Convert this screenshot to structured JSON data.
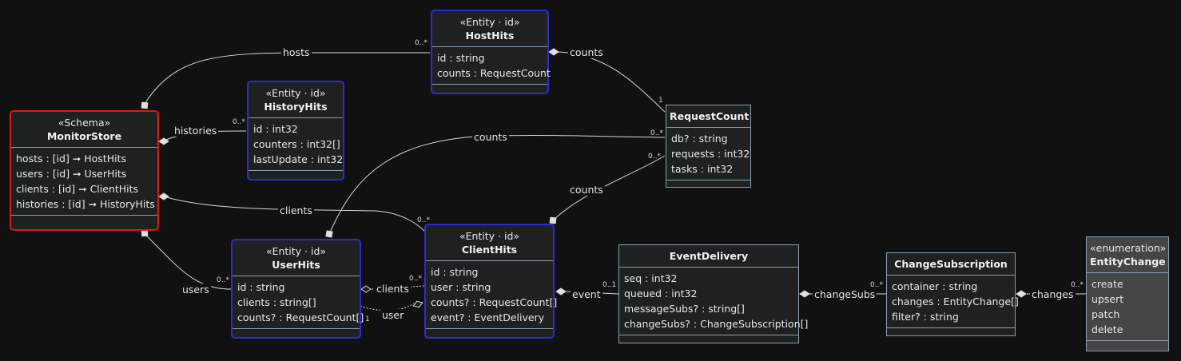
{
  "nodes": {
    "host_hits": {
      "stereotype": "«Entity · id»",
      "name": "HostHits",
      "attrs": [
        "id : string",
        "counts : RequestCount"
      ]
    },
    "history_hits": {
      "stereotype": "«Entity · id»",
      "name": "HistoryHits",
      "attrs": [
        "id : int32",
        "counters : int32[]",
        "lastUpdate : int32"
      ]
    },
    "monitor_store": {
      "stereotype": "«Schema»",
      "name": "MonitorStore",
      "attrs": [
        "hosts : [id] ➞ HostHits",
        "users : [id] ➞ UserHits",
        "clients : [id] ➞ ClientHits",
        "histories : [id] ➞ HistoryHits"
      ]
    },
    "request_count": {
      "name": "RequestCount",
      "attrs": [
        "db? : string",
        "requests : int32",
        "tasks : int32"
      ]
    },
    "user_hits": {
      "stereotype": "«Entity · id»",
      "name": "UserHits",
      "attrs": [
        "id : string",
        "clients : string[]",
        "counts? : RequestCount[]"
      ]
    },
    "client_hits": {
      "stereotype": "«Entity · id»",
      "name": "ClientHits",
      "attrs": [
        "id : string",
        "user : string",
        "counts? : RequestCount[]",
        "event? : EventDelivery"
      ]
    },
    "event_delivery": {
      "name": "EventDelivery",
      "attrs": [
        "seq : int32",
        "queued : int32",
        "messageSubs? : string[]",
        "changeSubs? : ChangeSubscription[]"
      ]
    },
    "change_subscription": {
      "name": "ChangeSubscription",
      "attrs": [
        "container : string",
        "changes : EntityChange[]",
        "filter? : string"
      ]
    },
    "entity_change": {
      "stereotype": "«enumeration»",
      "name": "EntityChange",
      "attrs": [
        "create",
        "upsert",
        "patch",
        "delete"
      ]
    }
  },
  "edges": {
    "hosts": {
      "label": "hosts",
      "card": "0..*"
    },
    "histories": {
      "label": "histories",
      "card": "0..*"
    },
    "clients": {
      "label": "clients",
      "card": "0..*"
    },
    "users": {
      "label": "users",
      "card": "0..*"
    },
    "host_counts": {
      "label": "counts",
      "card": "1"
    },
    "user_counts": {
      "label": "counts",
      "card": "0..*"
    },
    "client_counts": {
      "label": "counts",
      "card": "0..*"
    },
    "user_clients": {
      "label": "clients",
      "card": "0..*"
    },
    "client_user": {
      "label": "user",
      "card": "1"
    },
    "event": {
      "label": "event",
      "card": "0..1"
    },
    "change_subs": {
      "label": "changeSubs",
      "card": "0..*"
    },
    "changes": {
      "label": "changes",
      "card": "0..*"
    }
  }
}
